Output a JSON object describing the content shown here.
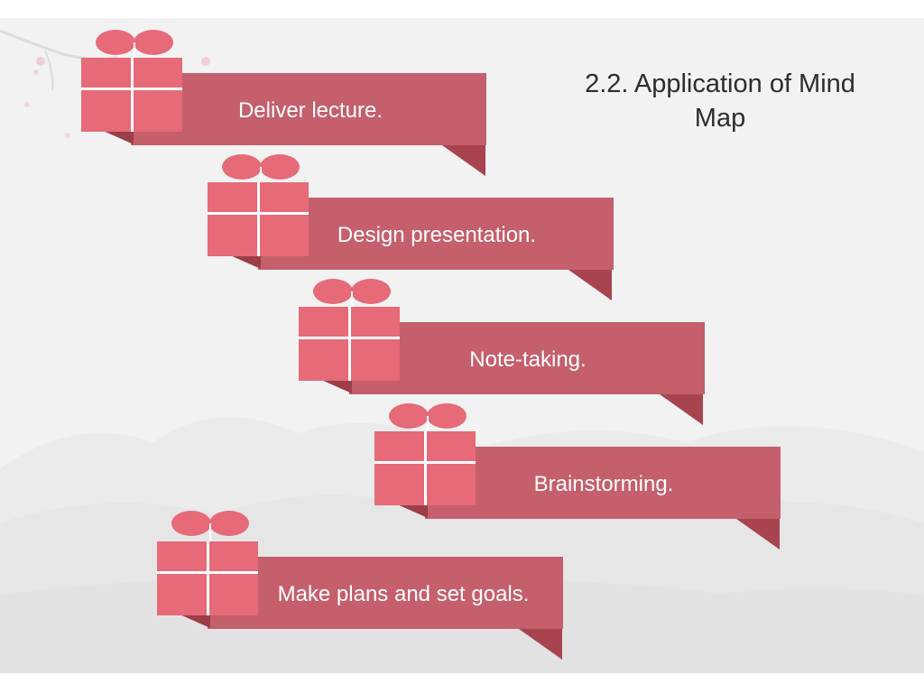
{
  "slide": {
    "title": "2.2. Application of Mind Map",
    "items": [
      {
        "label": "Deliver lecture."
      },
      {
        "label": "Design presentation."
      },
      {
        "label": "Note-taking."
      },
      {
        "label": "Brainstorming."
      },
      {
        "label": "Make plans and set goals."
      }
    ]
  },
  "colors": {
    "ribbon": "#c55f6c",
    "ribbon_fold": "#a8444f",
    "gift_box": "#e66a78",
    "gift_stripe": "#ffffff",
    "background": "#f2f2f2",
    "title_text": "#2d2d2d"
  },
  "icons": [
    "gift-box-icon",
    "bow-icon",
    "cherry-blossom-branch-icon",
    "mountain-silhouette-icon"
  ]
}
